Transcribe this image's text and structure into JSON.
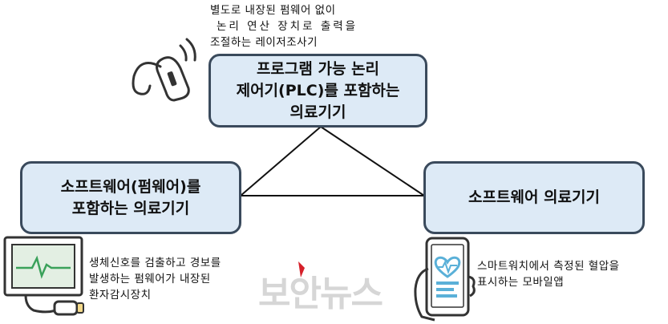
{
  "nodes": {
    "plc": {
      "lines": [
        "프로그램 가능 논리",
        "제어기(PLC)를 포함하는",
        "의료기기"
      ]
    },
    "firmware": {
      "lines": [
        "소프트웨어(펌웨어)를",
        "포함하는 의료기기"
      ]
    },
    "software": {
      "lines": [
        "소프트웨어 의료기기"
      ]
    }
  },
  "captions": {
    "laser": [
      "별도로 내장된 펌웨어 없이",
      "논리 연산 장치로 출력을",
      "조절하는 레이저조사기"
    ],
    "monitor": [
      "생체신호를 검출하고 경보를",
      "발생하는 펌웨어가 내장된",
      "환자감시장치"
    ],
    "mobile": [
      "스마트워치에서 측정된 혈압을",
      "표시하는 모바일앱"
    ]
  },
  "watermark": "보안뉴스",
  "colors": {
    "box_fill": "#ddeaf6",
    "box_border": "#3a4a5c",
    "accent_green": "#3aa15a",
    "heart_blue": "#5ab0d8"
  }
}
